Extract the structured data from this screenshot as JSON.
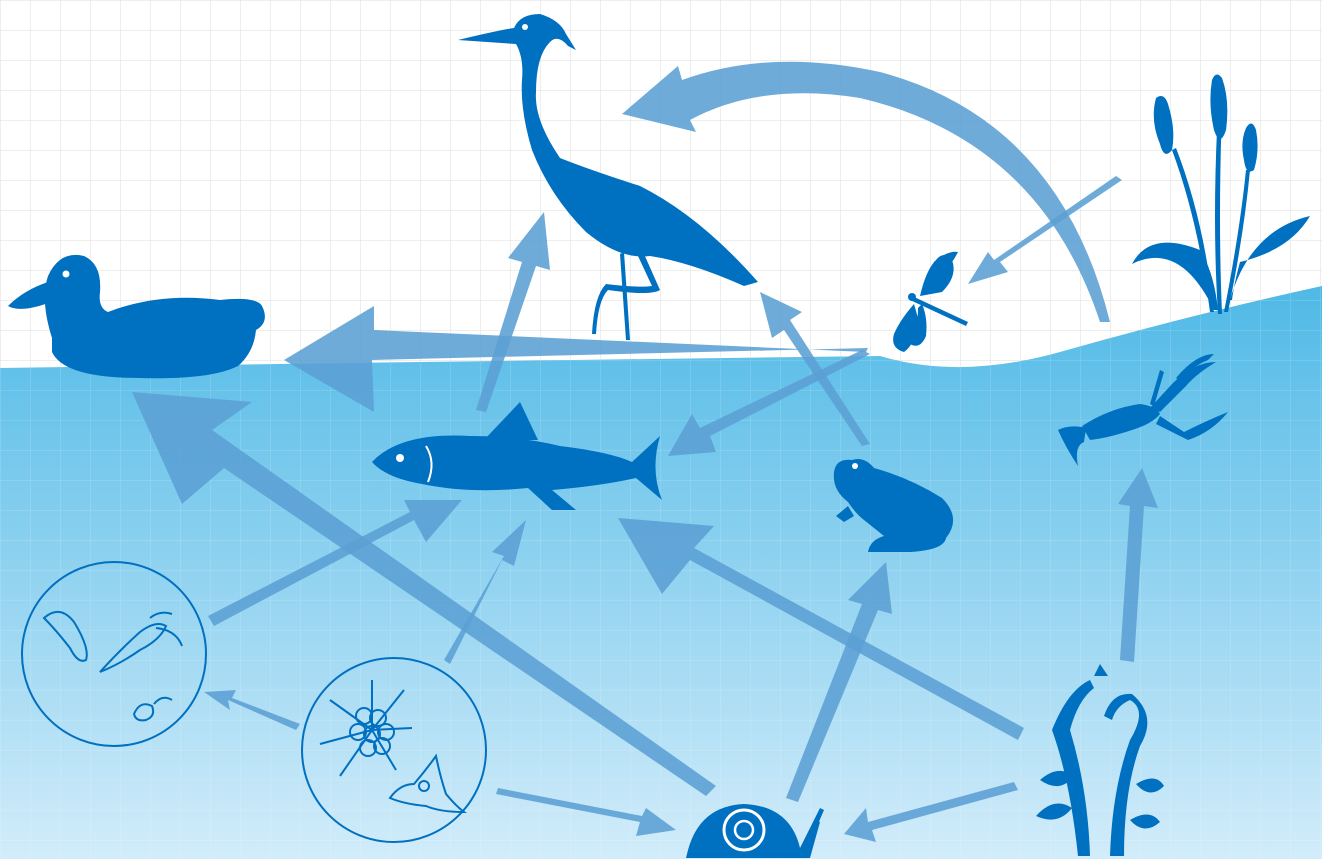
{
  "diagram": {
    "type": "food-web",
    "colors": {
      "organism": "#0070C0",
      "arrow": "#5B9FD4",
      "water_top": "#4FB9E6",
      "water_bottom": "#D2ECFA",
      "grid": "#DCDCDC"
    },
    "organisms": [
      {
        "id": "duck",
        "icon": "duck-icon"
      },
      {
        "id": "heron",
        "icon": "heron-icon"
      },
      {
        "id": "dragonfly",
        "icon": "dragonfly-icon"
      },
      {
        "id": "cattail",
        "icon": "cattail-icon"
      },
      {
        "id": "fish",
        "icon": "fish-icon"
      },
      {
        "id": "frog",
        "icon": "frog-icon"
      },
      {
        "id": "crayfish",
        "icon": "crayfish-icon"
      },
      {
        "id": "zooplankton",
        "icon": "zooplankton-icon"
      },
      {
        "id": "phytoplankton",
        "icon": "phytoplankton-icon"
      },
      {
        "id": "snail",
        "icon": "snail-icon"
      },
      {
        "id": "waterweed",
        "icon": "waterweed-icon"
      }
    ],
    "arrows": [
      {
        "from": "cattail",
        "to": "heron"
      },
      {
        "from": "cattail",
        "to": "dragonfly"
      },
      {
        "from": "dragonfly",
        "to": "duck"
      },
      {
        "from": "dragonfly",
        "to": "fish"
      },
      {
        "from": "fish",
        "to": "heron"
      },
      {
        "from": "frog",
        "to": "heron"
      },
      {
        "from": "zooplankton",
        "to": "fish"
      },
      {
        "from": "phytoplankton",
        "to": "fish"
      },
      {
        "from": "phytoplankton",
        "to": "zooplankton"
      },
      {
        "from": "phytoplankton",
        "to": "snail"
      },
      {
        "from": "snail",
        "to": "duck"
      },
      {
        "from": "snail",
        "to": "frog"
      },
      {
        "from": "waterweed",
        "to": "fish"
      },
      {
        "from": "waterweed",
        "to": "snail"
      },
      {
        "from": "waterweed",
        "to": "crayfish"
      }
    ]
  }
}
